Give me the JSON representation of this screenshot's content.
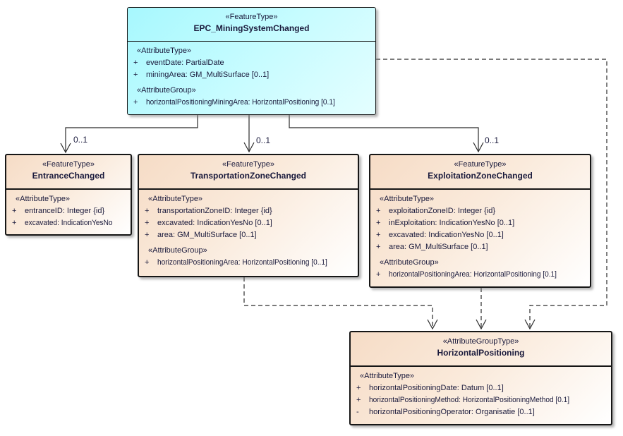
{
  "colors": {
    "featuretype_fill": "#a7f8fe",
    "changedtype_fill": "#f6dcc6",
    "box_border": "#161616",
    "text": "#1a1a3c",
    "connector": "#2b2b2b"
  },
  "classes": {
    "epc": {
      "stereotype": "«FeatureType»",
      "name": "EPC_MiningSystemChanged",
      "groups": [
        {
          "label": "«AttributeType»",
          "attrs": [
            {
              "vis": "+",
              "text": "eventDate: PartialDate"
            },
            {
              "vis": "+",
              "text": "miningArea: GM_MultiSurface [0..1]"
            }
          ]
        },
        {
          "label": "«AttributeGroup»",
          "attrs": [
            {
              "vis": "+",
              "text": "horizontalPositioningMiningArea: HorizontalPositioning [0.1]"
            }
          ]
        }
      ]
    },
    "entrance": {
      "stereotype": "«FeatureType»",
      "name": "EntranceChanged",
      "groups": [
        {
          "label": "«AttributeType»",
          "attrs": [
            {
              "vis": "+",
              "text": "entranceID: Integer {id}"
            },
            {
              "vis": "+",
              "text": "excavated: IndicationYesNo"
            }
          ]
        }
      ]
    },
    "transportation": {
      "stereotype": "«FeatureType»",
      "name": "TransportationZoneChanged",
      "groups": [
        {
          "label": "«AttributeType»",
          "attrs": [
            {
              "vis": "+",
              "text": "transportationZoneID: Integer {id}"
            },
            {
              "vis": "+",
              "text": "excavated: IndicationYesNo [0..1]"
            },
            {
              "vis": "+",
              "text": "area: GM_MultiSurface [0..1]"
            }
          ]
        },
        {
          "label": "«AttributeGroup»",
          "attrs": [
            {
              "vis": "+",
              "text": "horizontalPositioningArea: HorizontalPositioning [0..1]"
            }
          ]
        }
      ]
    },
    "exploitation": {
      "stereotype": "«FeatureType»",
      "name": "ExploitationZoneChanged",
      "groups": [
        {
          "label": "«AttributeType»",
          "attrs": [
            {
              "vis": "+",
              "text": "exploitationZoneID: Integer {id}"
            },
            {
              "vis": "+",
              "text": "inExploitation: IndicationYesNo [0..1]"
            },
            {
              "vis": "+",
              "text": "excavated: IndicationYesNo [0..1]"
            },
            {
              "vis": "+",
              "text": "area: GM_MultiSurface [0..1]"
            }
          ]
        },
        {
          "label": "«AttributeGroup»",
          "attrs": [
            {
              "vis": "+",
              "text": "horizontalPositioningArea: HorizontalPositioning [0.1]"
            }
          ]
        }
      ]
    },
    "horizontal": {
      "stereotype": "«AttributeGroupType»",
      "name": "HorizontalPositioning",
      "groups": [
        {
          "label": "«AttributeType»",
          "attrs": [
            {
              "vis": "+",
              "text": "horizontalPositioningDate: Datum [0..1]"
            },
            {
              "vis": "+",
              "text": "horizontalPositioningMethod: HorizontalPositioningMethod [0.1]"
            },
            {
              "vis": "-",
              "text": "horizontalPositioningOperator: Organisatie [0..1]"
            }
          ]
        }
      ]
    }
  },
  "connector_labels": [
    {
      "text": "0..1"
    },
    {
      "text": "0..1"
    },
    {
      "text": "0..1"
    }
  ]
}
